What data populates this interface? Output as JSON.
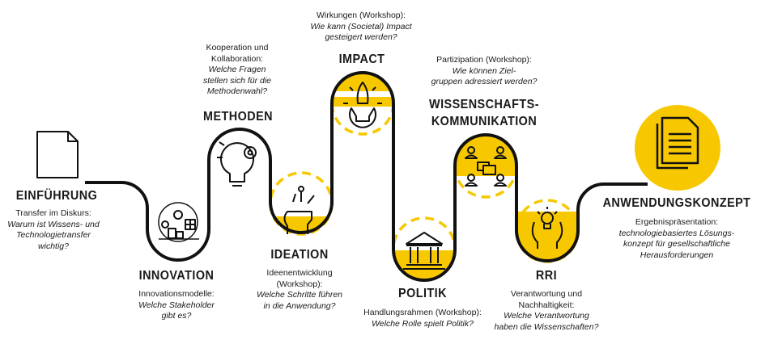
{
  "colors": {
    "accent": "#F7C800",
    "line": "#111111"
  },
  "stations": {
    "einfuehrung": {
      "title": "EINFÜHRUNG",
      "intro": "Transfer im Diskurs:",
      "q1": "Warum ist Wissens- und",
      "q2": "Technologietransfer",
      "q3": "wichtig?",
      "icon": "document-icon"
    },
    "innovation": {
      "title": "INNOVATION",
      "intro": "Innovationsmodelle:",
      "q1": "Welche Stakeholder",
      "q2": "gibt es?",
      "icon": "smart-city-icon"
    },
    "methoden": {
      "title": "METHODEN",
      "intro1": "Kooperation und",
      "intro2": "Kollaboration:",
      "q1": "Welche Fragen",
      "q2": "stellen sich für die",
      "q3": "Methodenwahl?",
      "icon": "lightbulb-gear-icon"
    },
    "ideation": {
      "title": "IDEATION",
      "intro1": "Ideenentwicklung",
      "intro2": "(Workshop):",
      "q1": "Welche Schritte führen",
      "q2": "in die Anwendung?",
      "icon": "head-ideas-icon"
    },
    "impact": {
      "title": "IMPACT",
      "intro": "Wirkungen (Workshop):",
      "q1": "Wie kann (Societal) Impact",
      "q2": "gesteigert werden?",
      "icon": "rocket-bulb-icon"
    },
    "politik": {
      "title": "POLITIK",
      "intro": "Handlungsrahmen (Workshop):",
      "q1": "Welche Rolle spielt Politik?",
      "icon": "government-building-icon"
    },
    "wissenschaftskommunikation": {
      "title1": "WISSENSCHAFTS-",
      "title2": "KOMMUNIKATION",
      "intro": "Partizipation (Workshop):",
      "q1": "Wie können Ziel-",
      "q2": "gruppen adressiert werden?",
      "icon": "people-chat-icon"
    },
    "rri": {
      "title": "RRI",
      "intro1": "Verantwortung und",
      "intro2": "Nachhaltigkeit:",
      "q1": "Welche Verantwortung",
      "q2": "haben die Wissenschaften?",
      "icon": "hands-lightbulb-icon"
    },
    "anwendungskonzept": {
      "title": "ANWENDUNGSKONZEPT",
      "intro": "Ergebnispräsentation:",
      "q1": "technologiebasiertes Lösungs-",
      "q2": "konzept für gesellschaftliche",
      "q3": "Herausforderungen",
      "icon": "documents-icon"
    }
  }
}
